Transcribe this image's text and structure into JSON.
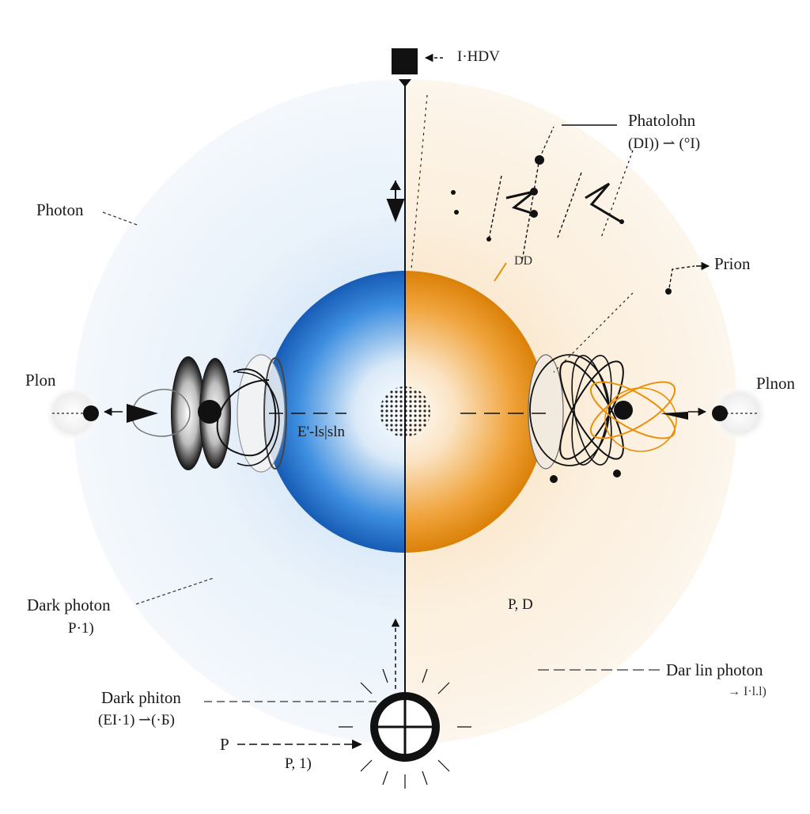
{
  "diagram": {
    "labels": {
      "top_source": "I·HDV",
      "photolohn": "Phatolohn",
      "photolohn_sub": "(DI)) ⇀ (°I)",
      "small_dd": "DD",
      "prion_right": "Prion",
      "photon_left": "Photon",
      "plon_left": "Plon",
      "plnon_right": "Plnon",
      "center_label": "E'-ls|sln",
      "dark_photon_left": "Dark photon",
      "dark_photon_left_sub": "P·1)",
      "right_pd": "P, D",
      "dar_lin_photon": "Dar lin photon",
      "dar_lin_sub": "→ I·l.l)",
      "dark_phiton": "Dark phiton",
      "dark_phiton_sub": "(ЕI·1) ⇀(·Б)",
      "p_arrow": "P",
      "p_bottom": "P, 1)"
    },
    "colors": {
      "blue": "#1f6fd1",
      "orange": "#e8900a",
      "ink": "#111111"
    },
    "icons": {
      "source": "square-icon",
      "detector": "crosshair-circle-icon"
    }
  }
}
